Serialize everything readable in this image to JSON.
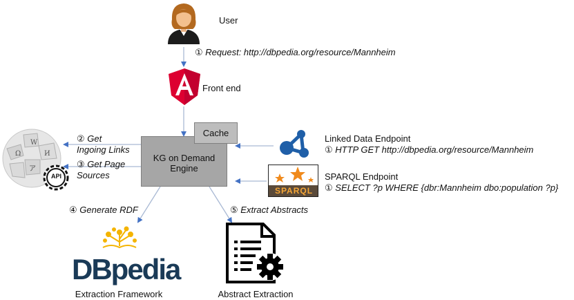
{
  "user": {
    "label": "User"
  },
  "request": {
    "num": "①",
    "text": "Request: http://dbpedia.org/resource/Mannheim"
  },
  "frontend": {
    "label": "Front end",
    "icon": "angular-logo-icon",
    "color": "#dd0031"
  },
  "engine": {
    "line1": "KG on Demand",
    "line2": "Engine"
  },
  "cache": {
    "label": "Cache"
  },
  "wikipedia": {
    "icon": "wikipedia-globe-icon",
    "api_badge": "API",
    "get_ingoing": {
      "num": "②",
      "line1": "Get",
      "line2": "Ingoing Links"
    },
    "get_page": {
      "num": "③",
      "line1": "Get Page",
      "line2": "Sources"
    }
  },
  "linked_data": {
    "title": "Linked Data Endpoint",
    "num": "①",
    "request": "HTTP GET http://dbpedia.org/resource/Mannheim",
    "icon": "linked-data-icon"
  },
  "sparql": {
    "title": "SPARQL Endpoint",
    "num": "①",
    "query": "SELECT ?p WHERE {dbr:Mannheim dbo:population ?p}",
    "logo_text": "SPARQL"
  },
  "generate": {
    "num": "④",
    "text": "Generate RDF"
  },
  "extract": {
    "num": "⑤",
    "text": "Extract Abstracts"
  },
  "dbpedia": {
    "logo_text": "DBpedia",
    "caption": "Extraction Framework"
  },
  "abstract": {
    "caption": "Abstract Extraction",
    "icon": "document-gear-icon"
  },
  "colors": {
    "arrow": "#4472c4",
    "engine": "#a6a6a6",
    "cache": "#bdbdbd",
    "dbpedia": "#1a3a57",
    "dbpedia_accent": "#f4b400"
  }
}
